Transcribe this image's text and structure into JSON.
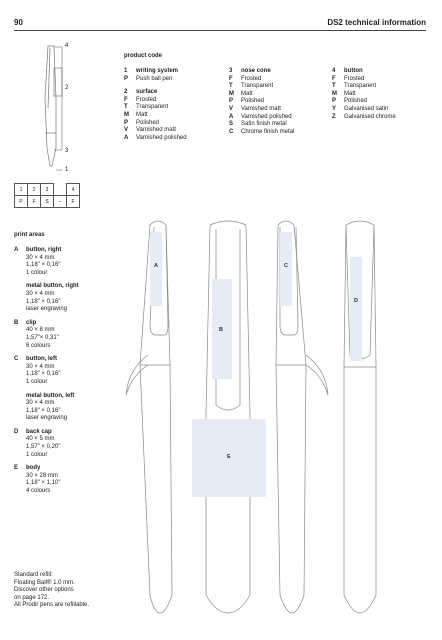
{
  "header": {
    "page_number": "90",
    "title": "DS2 technical information"
  },
  "thumbnail": {
    "callouts": [
      "4",
      "2",
      "3",
      "1"
    ]
  },
  "selection_table": {
    "numbers": [
      "1",
      "2",
      "3",
      "4"
    ],
    "codes": [
      "P",
      "F",
      "S",
      "–",
      "F"
    ]
  },
  "product_code": {
    "heading": "product code",
    "groups": [
      {
        "num": "1",
        "title": "writing system",
        "items": [
          {
            "code": "P",
            "label": "Push ball pen"
          }
        ]
      },
      {
        "num": "2",
        "title": "surface",
        "items": [
          {
            "code": "F",
            "label": "Frosted"
          },
          {
            "code": "T",
            "label": "Transparent"
          },
          {
            "code": "M",
            "label": "Matt"
          },
          {
            "code": "P",
            "label": "Polished"
          },
          {
            "code": "V",
            "label": "Varnished matt"
          },
          {
            "code": "A",
            "label": "Varnished polished"
          }
        ]
      },
      {
        "num": "3",
        "title": "nose cone",
        "items": [
          {
            "code": "F",
            "label": "Frosted"
          },
          {
            "code": "T",
            "label": "Transparent"
          },
          {
            "code": "M",
            "label": "Matt"
          },
          {
            "code": "P",
            "label": "Polished"
          },
          {
            "code": "V",
            "label": "Varnished matt"
          },
          {
            "code": "A",
            "label": "Varnished polished"
          },
          {
            "code": "S",
            "label": "Satin finish metal"
          },
          {
            "code": "C",
            "label": "Chrome finish metal"
          }
        ]
      },
      {
        "num": "4",
        "title": "button",
        "items": [
          {
            "code": "F",
            "label": "Frosted"
          },
          {
            "code": "T",
            "label": "Transparent"
          },
          {
            "code": "M",
            "label": "Matt"
          },
          {
            "code": "P",
            "label": "Polished"
          },
          {
            "code": "Y",
            "label": "Galvanised satin"
          },
          {
            "code": "Z",
            "label": "Galvanised chrome"
          }
        ]
      }
    ]
  },
  "print_areas": {
    "heading": "print areas",
    "items": [
      {
        "code": "A",
        "title": "button, right",
        "lines": [
          "30 × 4 mm",
          "1,18\" × 0,16\"",
          "1 colour"
        ]
      },
      {
        "code": "",
        "title": "metal button, right",
        "lines": [
          "30 × 4 mm",
          "1,18\" × 0,16\"",
          "laser engraving"
        ]
      },
      {
        "code": "B",
        "title": "clip",
        "lines": [
          "40 × 8 mm",
          "1,57\"× 0,31\"",
          "6 colours"
        ]
      },
      {
        "code": "C",
        "title": "button, left",
        "lines": [
          "30 × 4 mm",
          "1,18\" × 0,16\"",
          "1 colour"
        ]
      },
      {
        "code": "",
        "title": "metal button, left",
        "lines": [
          "30 × 4 mm",
          "1,18\" × 0,16\"",
          "laser engraving"
        ]
      },
      {
        "code": "D",
        "title": "back cap",
        "lines": [
          "40 × 5 mm",
          "1,57\" × 0,20\"",
          "1 colour"
        ]
      },
      {
        "code": "E",
        "title": "body",
        "lines": [
          "30 × 28 mm",
          "1,18\" × 1,10\"",
          "4 colours"
        ]
      }
    ]
  },
  "footnote": [
    "Standard refill:",
    "Floating Ball® 1.0 mm.",
    "Discover other options",
    "on page 172.",
    "All Prodir pens are refillable."
  ],
  "area_labels": {
    "A": "A",
    "B": "B",
    "C": "C",
    "D": "D",
    "E": "E"
  },
  "colors": {
    "print_area": "#e3ecf7",
    "outline": "#888888"
  }
}
